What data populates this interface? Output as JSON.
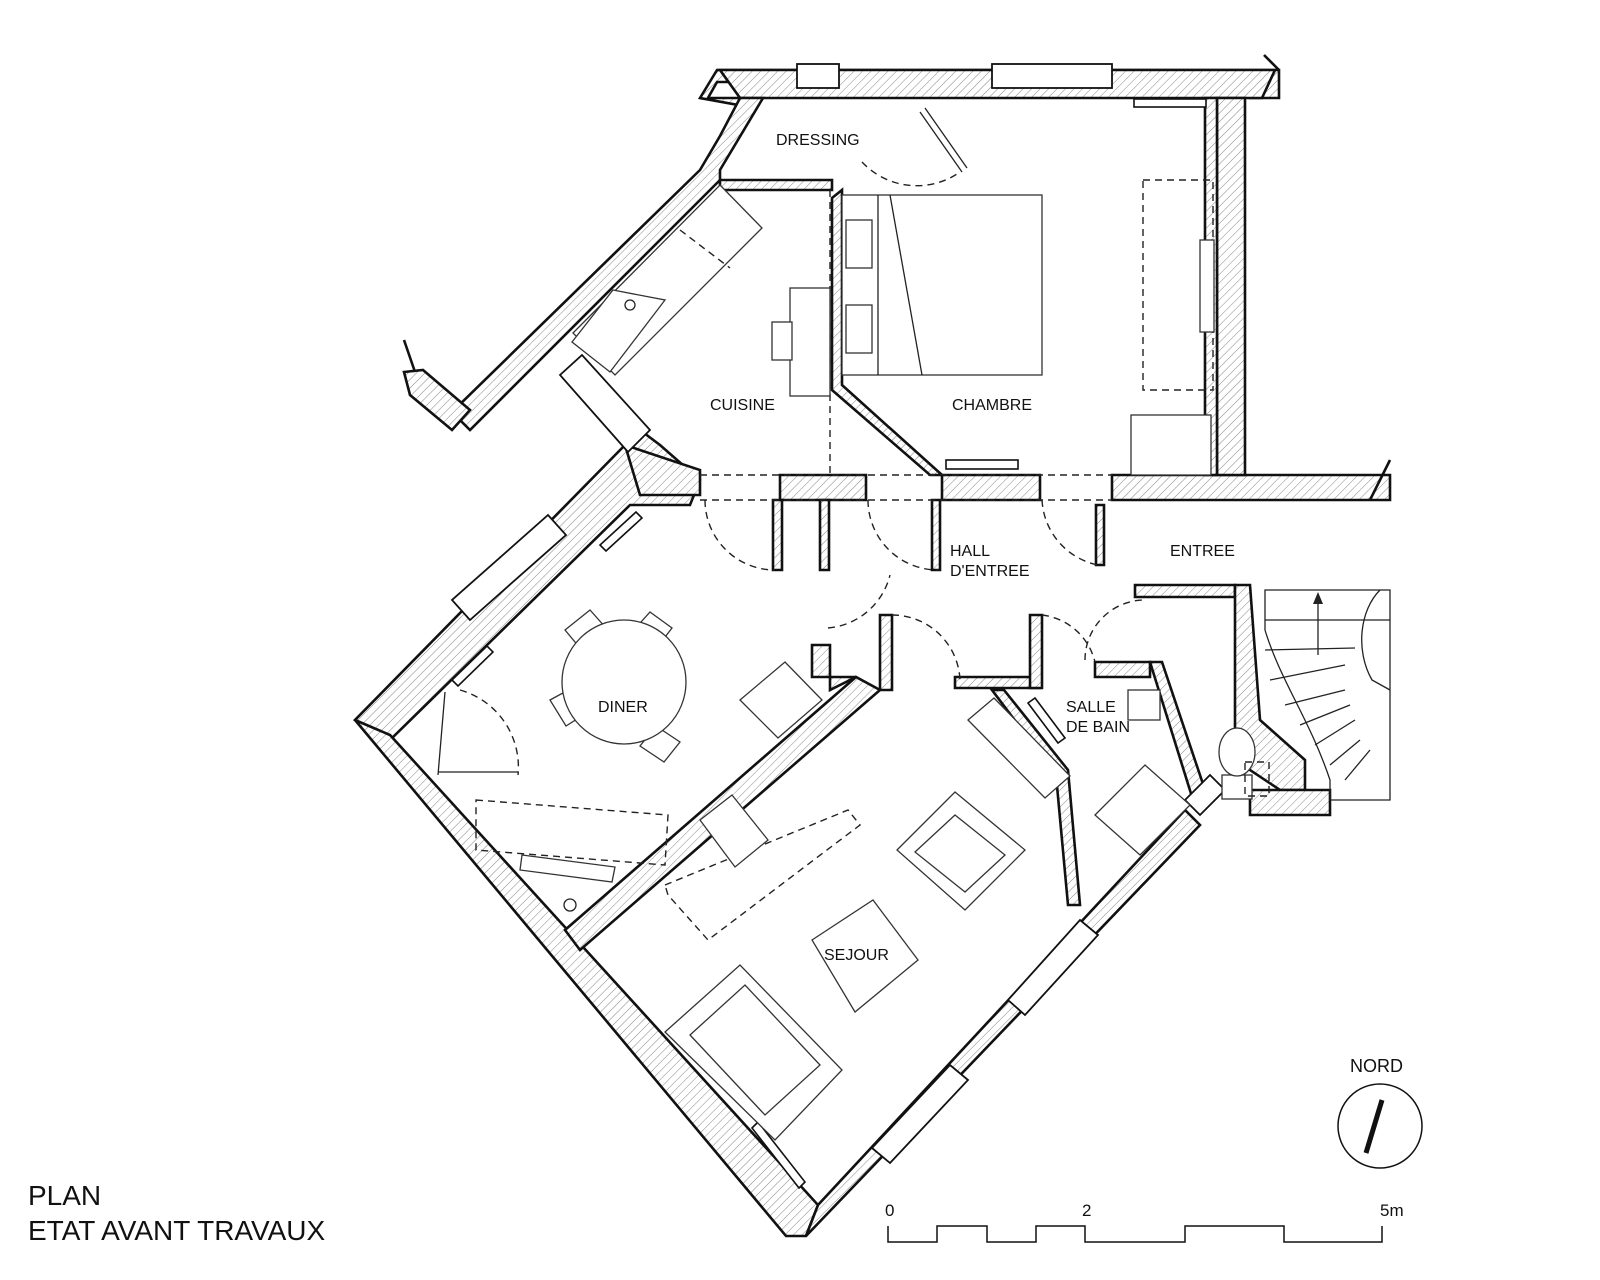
{
  "drawing": {
    "title_line1": "PLAN",
    "title_line2": "ETAT AVANT TRAVAUX"
  },
  "rooms": {
    "dressing": "DRESSING",
    "cuisine": "CUISINE",
    "chambre": "CHAMBRE",
    "hall_line1": "HALL",
    "hall_line2": "D'ENTREE",
    "entree": "ENTREE",
    "diner": "DINER",
    "salle_line1": "SALLE",
    "salle_line2": "DE BAIN",
    "sejour": "SEJOUR"
  },
  "north": {
    "label": "NORD"
  },
  "scale": {
    "tick_0": "0",
    "tick_2": "2",
    "tick_5": "5m"
  }
}
